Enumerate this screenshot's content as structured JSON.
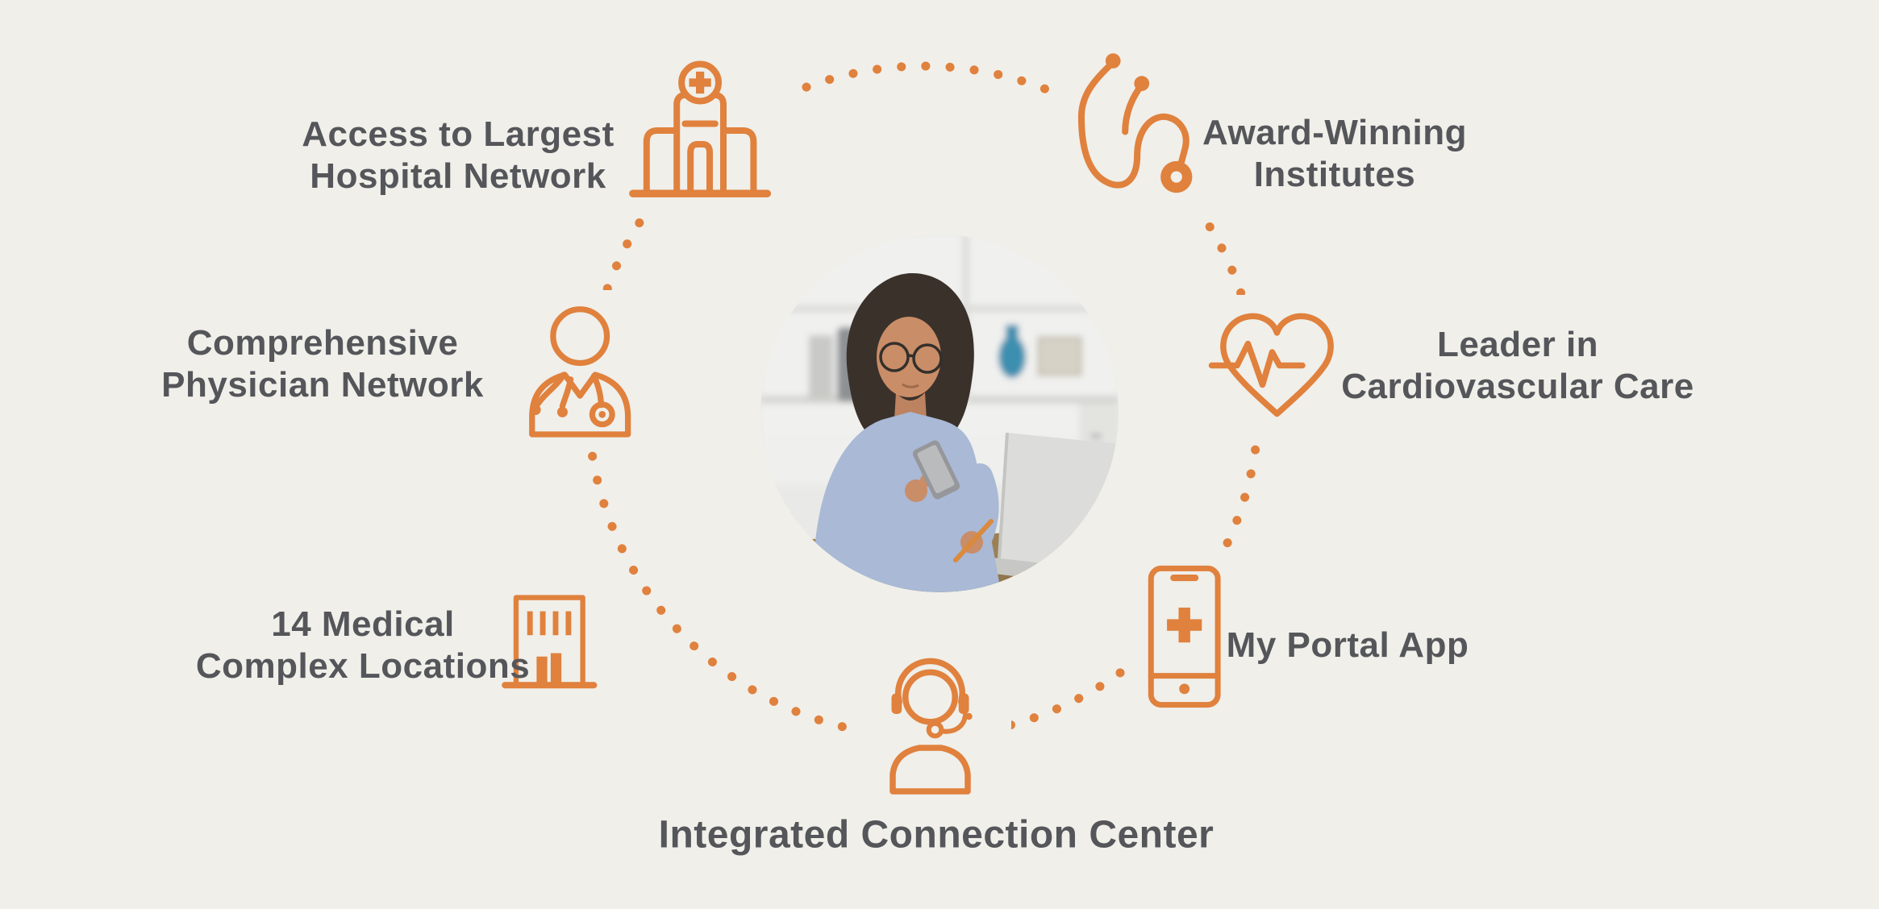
{
  "theme": {
    "background": "#F0EFEA",
    "accent_orange": "#E0813D",
    "text_gray": "#54565A"
  },
  "diagram": {
    "type": "circular-feature-diagram",
    "center": "photo of woman with glasses using smartphone at desk with laptop",
    "features": [
      {
        "id": "hospital",
        "icon": "hospital-icon",
        "lines": [
          "Access to Largest",
          "Hospital Network"
        ]
      },
      {
        "id": "award",
        "icon": "stethoscope-icon",
        "lines": [
          "Award-Winning",
          "Institutes"
        ]
      },
      {
        "id": "cardio",
        "icon": "heart-ekg-icon",
        "lines": [
          "Leader in",
          "Cardiovascular Care"
        ]
      },
      {
        "id": "portal",
        "icon": "mobile-app-icon",
        "lines": [
          "My Portal App"
        ]
      },
      {
        "id": "connection",
        "icon": "headset-agent-icon",
        "lines": [
          "Integrated Connection Center"
        ]
      },
      {
        "id": "locations",
        "icon": "medical-building-icon",
        "lines": [
          "14 Medical",
          "Complex Locations"
        ]
      },
      {
        "id": "physician",
        "icon": "doctor-icon",
        "lines": [
          "Comprehensive",
          "Physician Network"
        ]
      }
    ]
  }
}
